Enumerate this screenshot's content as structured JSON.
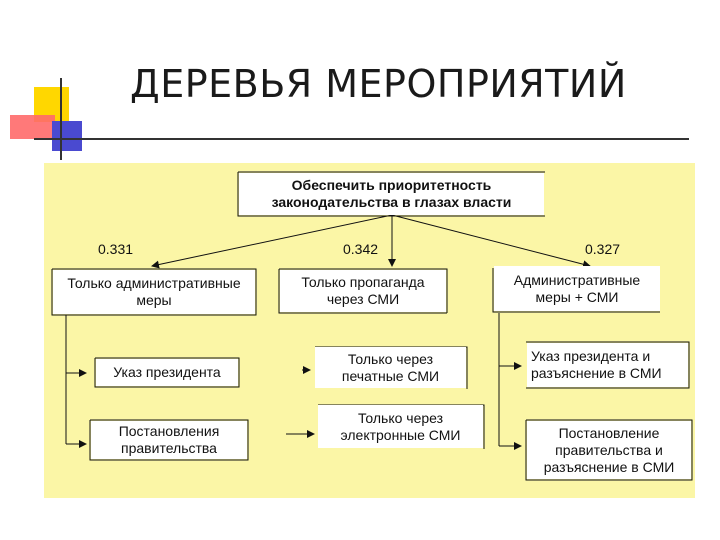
{
  "title": "ДЕРЕВЬЯ МЕРОПРИЯТИЙ",
  "colors": {
    "panel": "#fbf6a6",
    "deco_yellow": "#ffd700",
    "deco_red": "#ff5a5a",
    "deco_blue": "#4a4ad0"
  },
  "root": {
    "line1": "Обеспечить приоритетность",
    "line2": "законодательства в глазах власти"
  },
  "probabilities": [
    "0.331",
    "0.342",
    "0.327"
  ],
  "branches": [
    {
      "line1": "Только административные",
      "line2": "меры"
    },
    {
      "line1": "Только пропаганда",
      "line2": "через СМИ"
    },
    {
      "line1": "Административные",
      "line2": "меры + СМИ"
    }
  ],
  "leaves": {
    "left": [
      {
        "line1": "Указ президента"
      },
      {
        "line1": "Постановления",
        "line2": "правительства"
      }
    ],
    "middle": [
      {
        "line1": "Только через",
        "line2": "печатные СМИ"
      },
      {
        "line1": "Только через",
        "line2": "электронные СМИ"
      }
    ],
    "right": [
      {
        "line1": "Указ президента и",
        "line2": "разъяснение в СМИ"
      },
      {
        "line1": "Постановление",
        "line2": "правительства и",
        "line3": "разъяснение в СМИ"
      }
    ]
  }
}
